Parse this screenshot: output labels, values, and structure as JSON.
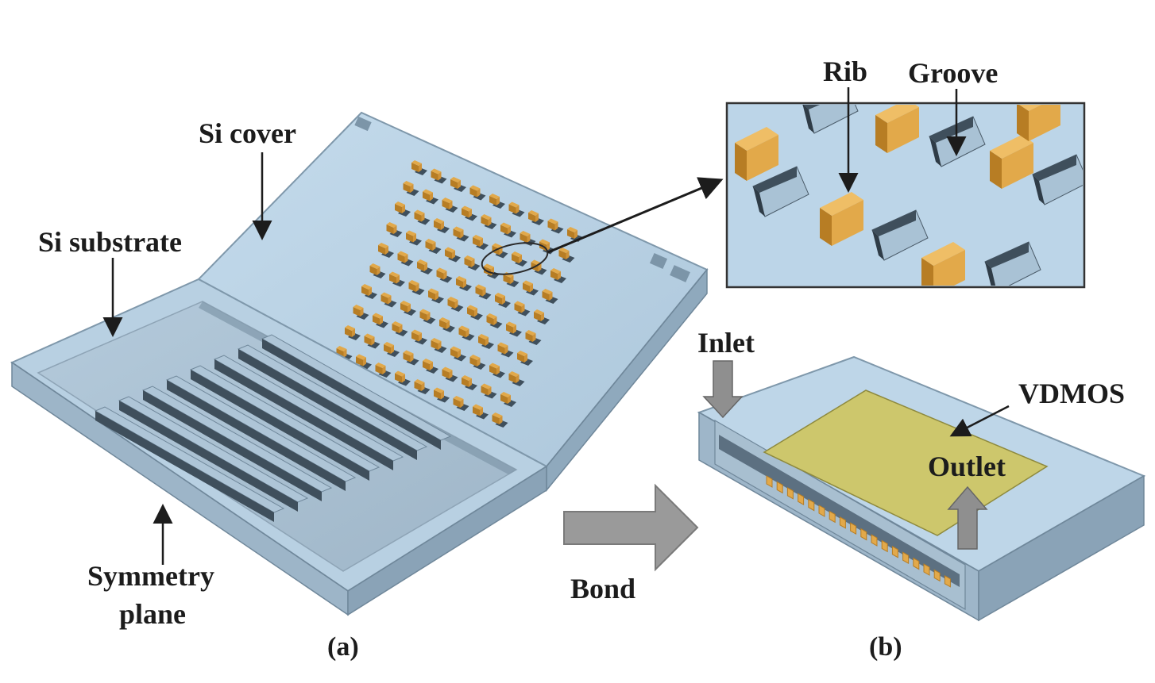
{
  "labels": {
    "si_cover": "Si cover",
    "si_substrate": "Si substrate",
    "symmetry_plane_line1": "Symmetry",
    "symmetry_plane_line2": "plane",
    "rib": "Rib",
    "groove": "Groove",
    "inlet": "Inlet",
    "outlet": "Outlet",
    "vdmos": "VDMOS",
    "bond": "Bond",
    "caption_a": "(a)",
    "caption_b": "(b)"
  },
  "colors": {
    "silicon": "#b9d3e6",
    "silicon_dark": "#8fa9bd",
    "silicon_edge": "#6f879a",
    "channel_floor": "#a8bfd0",
    "groove_dark": "#3f4f5c",
    "rib": "#e2a94a",
    "rib_dark": "#b77d24",
    "vdmos": "#c9c46a",
    "arrow_grey": "#9a9a9a",
    "text": "#1c1c1c"
  },
  "icons": {
    "bond_arrow": "block-arrow-right",
    "inlet_arrow": "block-arrow-down",
    "outlet_arrow": "block-arrow-up"
  }
}
